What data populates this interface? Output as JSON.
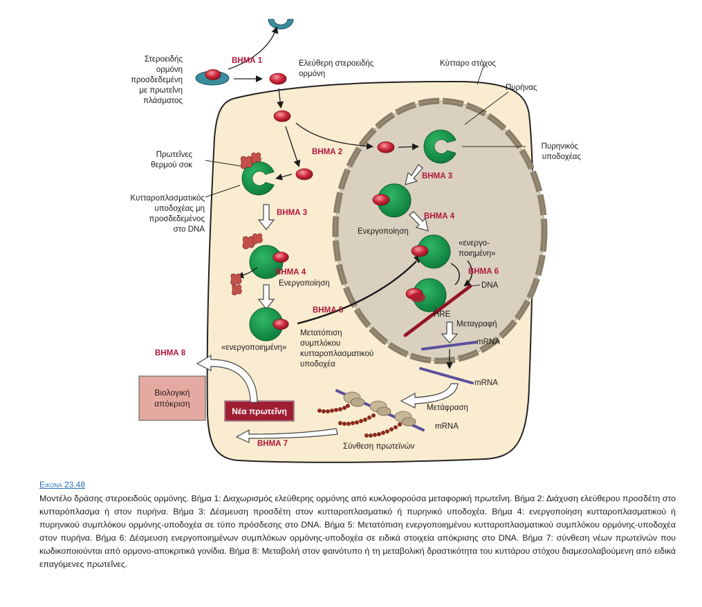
{
  "figure": {
    "labels": {
      "bound_hormone": [
        "Στεροειδής",
        "ορμόνη",
        "προσδεδεμένη",
        "με πρωτεΐνη",
        "πλάσματος"
      ],
      "free_hormone": [
        "Ελεύθερη στεροειδής",
        "ορμόνη"
      ],
      "target_cell": "Κύτταρο στόχος",
      "nucleus": "Πυρήνας",
      "nuclear_receptor": [
        "Πυρηνικός",
        "υποδοχέας"
      ],
      "heat_shock": [
        "Πρωτεΐνες",
        "θερμού σοκ"
      ],
      "cyto_receptor": [
        "Κυτταροπλασματικός",
        "υποδοχέας μη",
        "προσδεδεμένος",
        "στο DNA"
      ],
      "activation_cyto": "Ενεργοποίηση",
      "activated_cyto": "«ενεργοποιημένη»",
      "translocation": [
        "Μετατόπιση",
        "συμπλόκου",
        "κυτταροπλασματικού",
        "υποδοχέα"
      ],
      "activation_nuc": "Ενεργοποίηση",
      "activated_nuc": [
        "«ενεργο-",
        "ποιημένη»"
      ],
      "dna": "DNA",
      "hre": "HRE",
      "transcription": "Μεταγραφή",
      "mrna_1": "mRNA",
      "mrna_2": "mRNA",
      "mrna_3": "mRNA",
      "translation": "Μετάφραση",
      "protein_synthesis": "Σύνθεση πρωτεϊνών",
      "biological_response": [
        "Βιολογική",
        "απόκριση"
      ],
      "new_protein": "Νέα πρωτεΐνη"
    },
    "steps": {
      "s1": "ΒΗΜΑ 1",
      "s2": "ΒΗΜΑ 2",
      "s3_cyto": "ΒΗΜΑ 3",
      "s4_cyto": "ΒΗΜΑ 4",
      "s5": "ΒΗΜΑ 5",
      "s3_nuc": "ΒΗΜΑ 3",
      "s4_nuc": "ΒΗΜΑ 4",
      "s6": "ΒΗΜΑ 6",
      "s7": "ΒΗΜΑ 7",
      "s8": "ΒΗΜΑ 8"
    },
    "colors": {
      "cell_fill": "#f9ecd0",
      "nucleus_fill": "#d9d0bf",
      "receptor_green": "#129a4f",
      "hormone_red": "#d02a3c",
      "step_red": "#b0163c",
      "new_protein_box": "#9e1f33",
      "response_box": "#e4a9a0",
      "transport_protein": "#3a8d9c",
      "mrna_purple": "#5d4f9e"
    }
  },
  "caption": {
    "title": "Εικονα 23.48",
    "text": "Μοντέλο δράσης στεροειδούς ορμόνης. Βήμα 1: Διαχωρισμός ελεύθερης ορμόνης από κυκλοφορούσα μεταφορική πρωτεΐνη. Βήμα 2: Διάχυση ελεύθερου προσδέτη στο κυτταρόπλασμα ή στον πυρήνα. Βήμα 3: Δέσμευση προσδέτη στον κυτταροπλασματικό ή πυρηνικό υποδοχέα. Βήμα 4: ενεργοποίηση κυτταροπλασματικού ή πυρηνικού συμπλόκου ορμόνης-υποδοχέα σε τύπο πρόσδεσης στο DNA. Βήμα 5: Μετατόπιση ενεργοποιημένου κυτταροπλασματικού συμπλόκου ορμόνης-υποδοχέα στον πυρήνα. Βήμα 6: Δέσμευση ενεργοποιημένων συμπλόκων ορμόνης-υποδοχέα σε ειδικά στοιχεία απόκρισης στο DNA. Βήμα 7: σύνθεση νέων πρωτεϊνών που κωδικοποιούνται από ορμονο-αποκριτικά γονίδια. Βήμα 8: Μεταβολή στον φαινότυπο ή τη μεταβολική δραστικότητα του κυττάρου στόχου διαμεσολαβούμενη από ειδικά επαγόμενες πρωτεΐνες."
  }
}
